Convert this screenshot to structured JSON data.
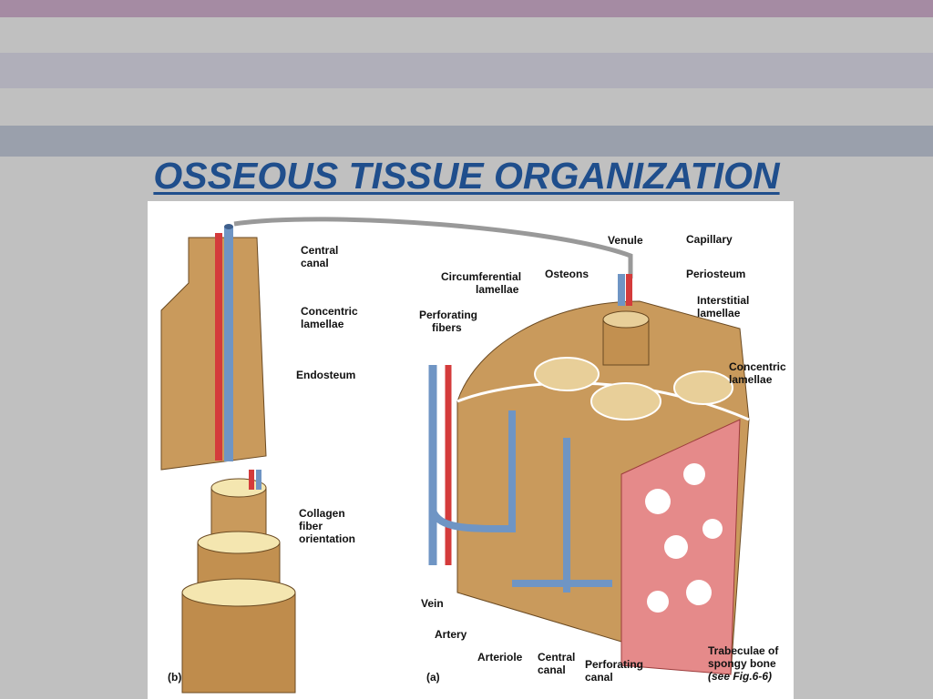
{
  "slide": {
    "title": "OSSEOUS TISSUE ORGANIZATION",
    "colors": {
      "title": "#1f4e8c",
      "background": "#c0c0c0",
      "band_top": "#a58ba3",
      "band_mid": "#b0afba",
      "band_low": "#9aa0ac"
    }
  },
  "figure": {
    "panel_b": {
      "letter": "(b)",
      "labels": {
        "central_canal": [
          "Central",
          "canal"
        ],
        "concentric_lamellae": [
          "Concentric",
          "lamellae"
        ],
        "endosteum": "Endosteum",
        "collagen": [
          "Collagen",
          "fiber",
          "orientation"
        ]
      }
    },
    "panel_a": {
      "letter": "(a)",
      "labels": {
        "venule": "Venule",
        "capillary": "Capillary",
        "periosteum": "Periosteum",
        "interstitial": [
          "Interstitial",
          "lamellae"
        ],
        "concentric": [
          "Concentric",
          "lamellae"
        ],
        "circumferential": [
          "Circumferential",
          "lamellae"
        ],
        "osteons": "Osteons",
        "perforating_fibers": [
          "Perforating",
          "fibers"
        ],
        "vein": "Vein",
        "artery": "Artery",
        "arteriole": "Arteriole",
        "central_canal": [
          "Central",
          "canal"
        ],
        "perforating_canal": [
          "Perforating",
          "canal"
        ],
        "trabeculae": [
          "Trabeculae of",
          "spongy bone"
        ],
        "see_fig": "(see Fig.6-6)"
      }
    }
  }
}
